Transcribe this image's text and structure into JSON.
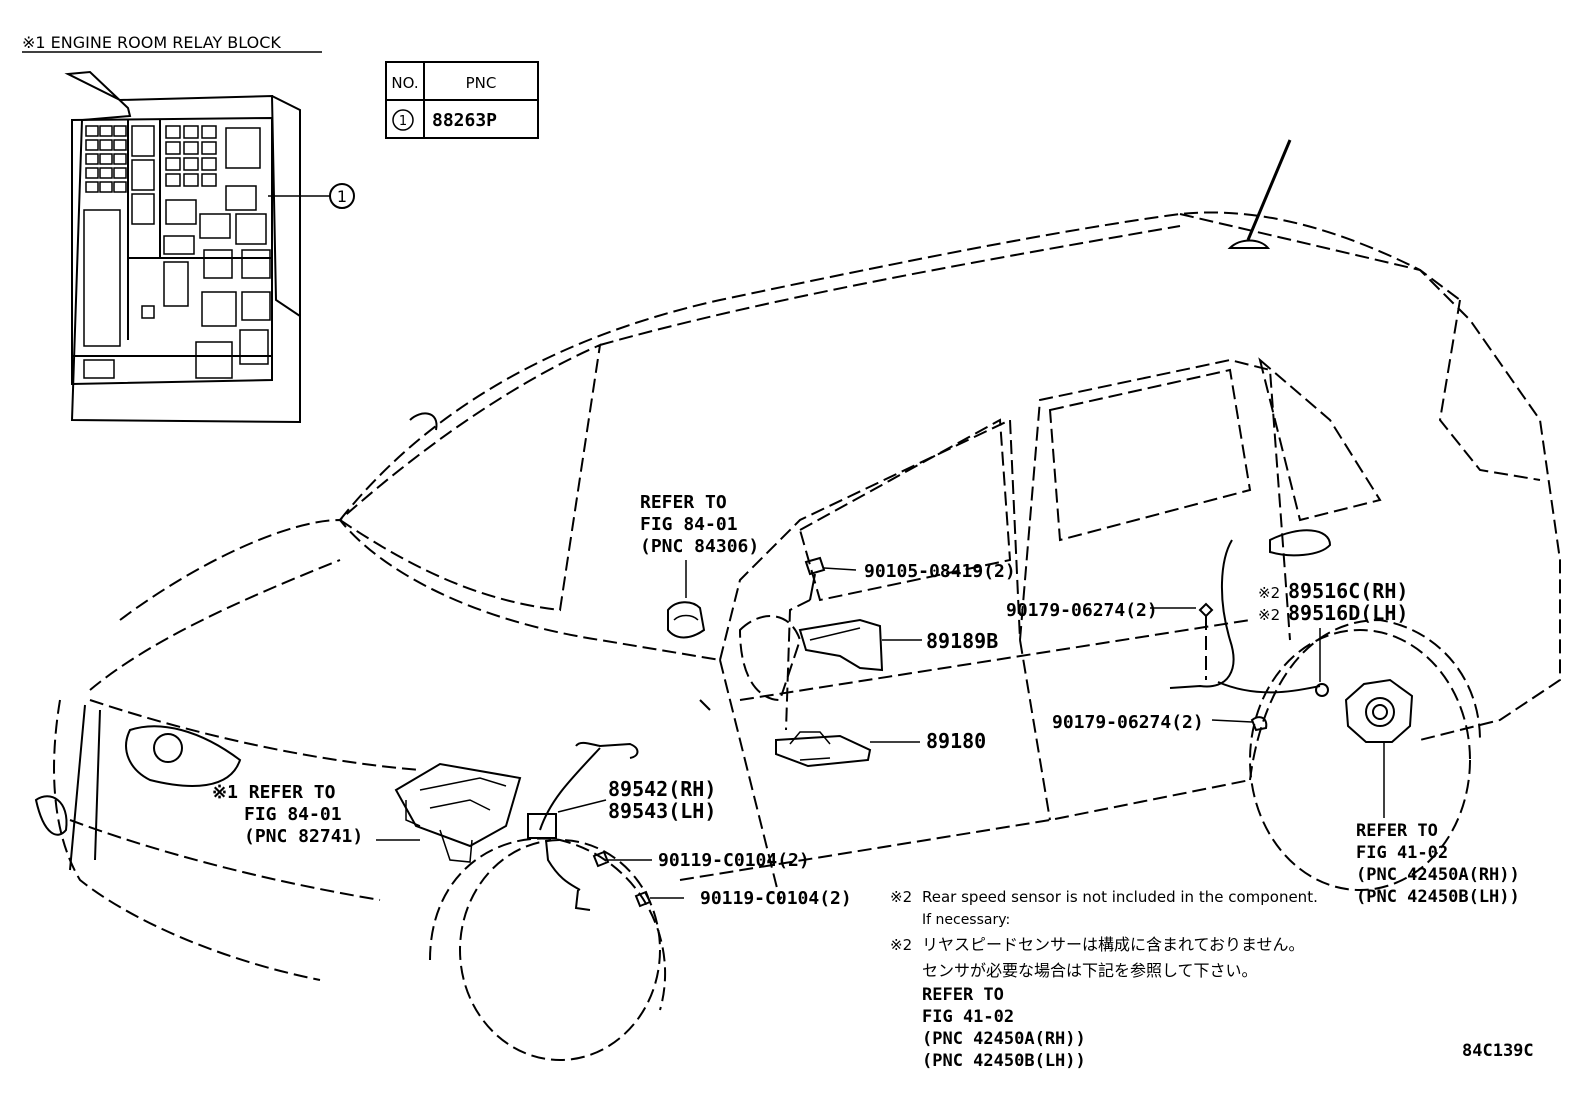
{
  "inset": {
    "title": "※1 ENGINE ROOM RELAY BLOCK",
    "table": {
      "headers": [
        "NO.",
        "PNC"
      ],
      "rows": [
        {
          "no": "1",
          "pnc": "88263P"
        }
      ]
    },
    "callout": "1"
  },
  "labels": {
    "refer_84306": [
      "REFER TO",
      "FIG 84-01",
      "(PNC 84306)"
    ],
    "refer_82741": [
      "※1 REFER TO",
      "FIG 84-01",
      "(PNC 82741)"
    ],
    "refer_42450": [
      "REFER TO",
      "FIG 41-02",
      "(PNC 42450A(RH))",
      "(PNC 42450B(LH))"
    ],
    "p90105": "90105-08419(2)",
    "p89189b": "89189B",
    "p89180": "89180",
    "p89542": "89542(RH)",
    "p89543": "89543(LH)",
    "p90119a": "90119-C0104(2)",
    "p90119b": "90119-C0104(2)",
    "p90179a": "90179-06274(2)",
    "p90179b": "90179-06274(2)",
    "p89516c": "89516C(RH)",
    "p89516d": "89516D(LH)",
    "note_mark_rh": "※2",
    "note_mark_lh": "※2"
  },
  "notes": {
    "note1_mark": "※2",
    "note1": "Rear speed sensor is not included in the component.",
    "note1b": "If necessary:",
    "note2_mark": "※2",
    "note2": "リヤスピードセンサーは構成に含まれておりません。",
    "note2b": "センサが必要な場合は下記を参照して下さい。",
    "refer": [
      "REFER TO",
      "FIG 41-02",
      "(PNC 42450A(RH))",
      "(PNC 42450B(LH))"
    ]
  },
  "figure_id": "84C139C"
}
